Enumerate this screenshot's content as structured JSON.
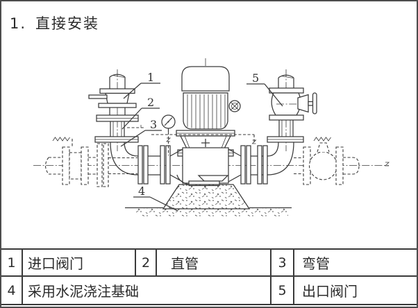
{
  "page": {
    "background": "#ffffff",
    "frame_color": "#4d4d4d",
    "line_color": "#3a3a3a",
    "text_color": "#2b2b2b"
  },
  "title": {
    "number": "1.",
    "text": "直接安装"
  },
  "diagram": {
    "callouts": {
      "inlet_valve": "1",
      "straight_pipe": "2",
      "elbow": "3",
      "foundation": "4",
      "outlet_valve": "5"
    }
  },
  "legend": {
    "row1": [
      {
        "num": "1",
        "label": "进口阀门"
      },
      {
        "num": "2",
        "label": "直管"
      },
      {
        "num": "3",
        "label": "弯管"
      }
    ],
    "row2": [
      {
        "num": "4",
        "label": "采用水泥浇注基础"
      },
      {
        "num": "5",
        "label": "出口阀门"
      }
    ]
  }
}
